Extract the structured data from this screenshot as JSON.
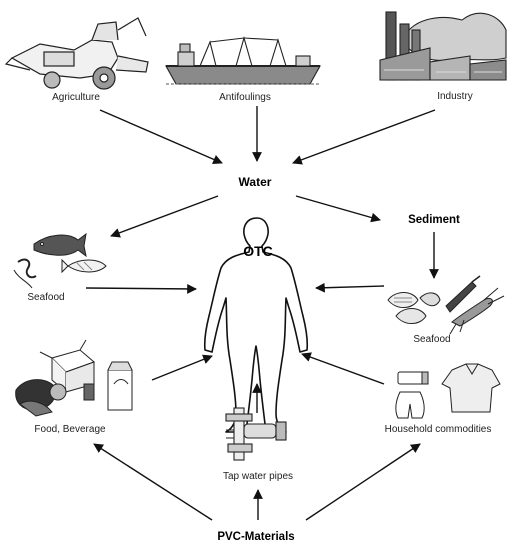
{
  "sources": {
    "agriculture": "Agriculture",
    "antifoulings": "Antifoulings",
    "industry": "Industry"
  },
  "hubs": {
    "water": "Water",
    "sediment": "Sediment",
    "pvc": "PVC-Materials"
  },
  "center": {
    "label": "OTC"
  },
  "exposure": {
    "seafood_left": "Seafood",
    "seafood_right": "Seafood",
    "food_beverage": "Food, Beverage",
    "tap_water_pipes": "Tap water pipes",
    "household": "Household commodities"
  },
  "icons": {
    "agriculture": "harvester-icon",
    "antifoulings": "ship-icon",
    "industry": "factory-icon",
    "seafood_left": "fish-shrimp-icon",
    "seafood_right": "shellfish-lobster-icon",
    "food_beverage": "groceries-icon",
    "tap_water_pipes": "pipes-icon",
    "household": "household-items-icon",
    "center": "human-figure-icon"
  }
}
